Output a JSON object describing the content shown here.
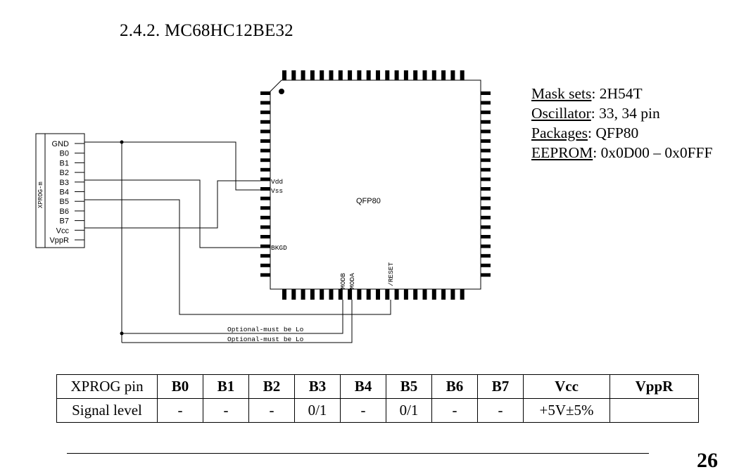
{
  "heading": "2.4.2. MC68HC12BE32",
  "info": [
    {
      "key": "Mask sets",
      "value": ": 2H54T"
    },
    {
      "key": "Oscillator",
      "value": ": 33, 34 pin"
    },
    {
      "key": "Packages",
      "value": ": QFP80"
    },
    {
      "key": "EEPROM",
      "value": ": 0x0D00 – 0x0FFF"
    }
  ],
  "diagram": {
    "chip_label": "QFP80",
    "connector_label": "XPROG-m",
    "connector_pins": [
      "GND",
      "B0",
      "B1",
      "B2",
      "B3",
      "B4",
      "B5",
      "B6",
      "B7",
      "Vcc",
      "VppR"
    ],
    "chip_pins": {
      "vdd": "Vdd",
      "vss": "Vss",
      "bkgd": "BKGD",
      "modb": "MODB",
      "moda": "MODA",
      "reset": "/RESET"
    },
    "notes": [
      "Optional-must be Lo",
      "Optional-must be Lo"
    ]
  },
  "table": {
    "header": [
      "XPROG pin",
      "B0",
      "B1",
      "B2",
      "B3",
      "B4",
      "B5",
      "B6",
      "B7",
      "Vcc",
      "VppR"
    ],
    "row": [
      "Signal level",
      "-",
      "-",
      "-",
      "0/1",
      "-",
      "0/1",
      "-",
      "-",
      "+5V±5%",
      ""
    ]
  },
  "page_number": "26"
}
